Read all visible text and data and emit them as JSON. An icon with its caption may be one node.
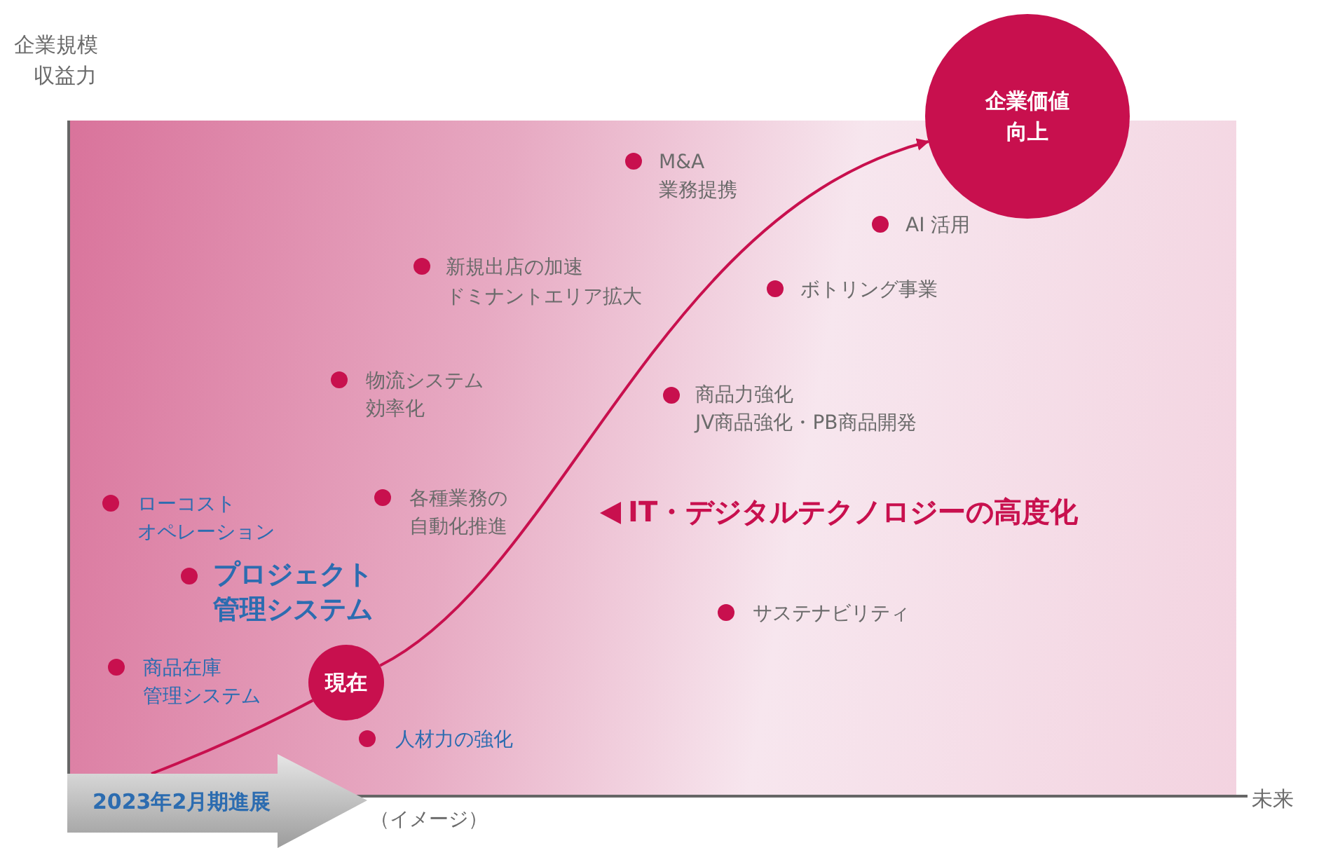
{
  "diagram": {
    "nodes": [
      {
        "text": [
          "現在"
        ]
      },
      {
        "text": [
          "企業価値向上"
        ]
      },
      {
        "text": [
          "2023年2月期進展"
        ]
      }
    ],
    "edges": [
      {
        "from": 2,
        "to": 0,
        "arrow": "none"
      },
      {
        "from": 0,
        "to": 1,
        "arrow": "to"
      }
    ],
    "labels": [
      "企業規模",
      "収益力",
      "M&A",
      "業務提携",
      "AI 活用",
      "新規出店の加速",
      "ドミナントエリア拡大",
      "ボトリング事業",
      "物流システム効率化",
      "商品力強化",
      "JV商品強化・PB商品開発",
      "ローコストオペレーション",
      "各種業務の自動化推進",
      "IT・デジタルテクノロジーの高度化",
      "プロジェクト管理システム",
      "サステナビリティ",
      "商品在庫管理システム",
      "人材力の強化",
      "（イメージ）",
      "未来"
    ]
  }
}
